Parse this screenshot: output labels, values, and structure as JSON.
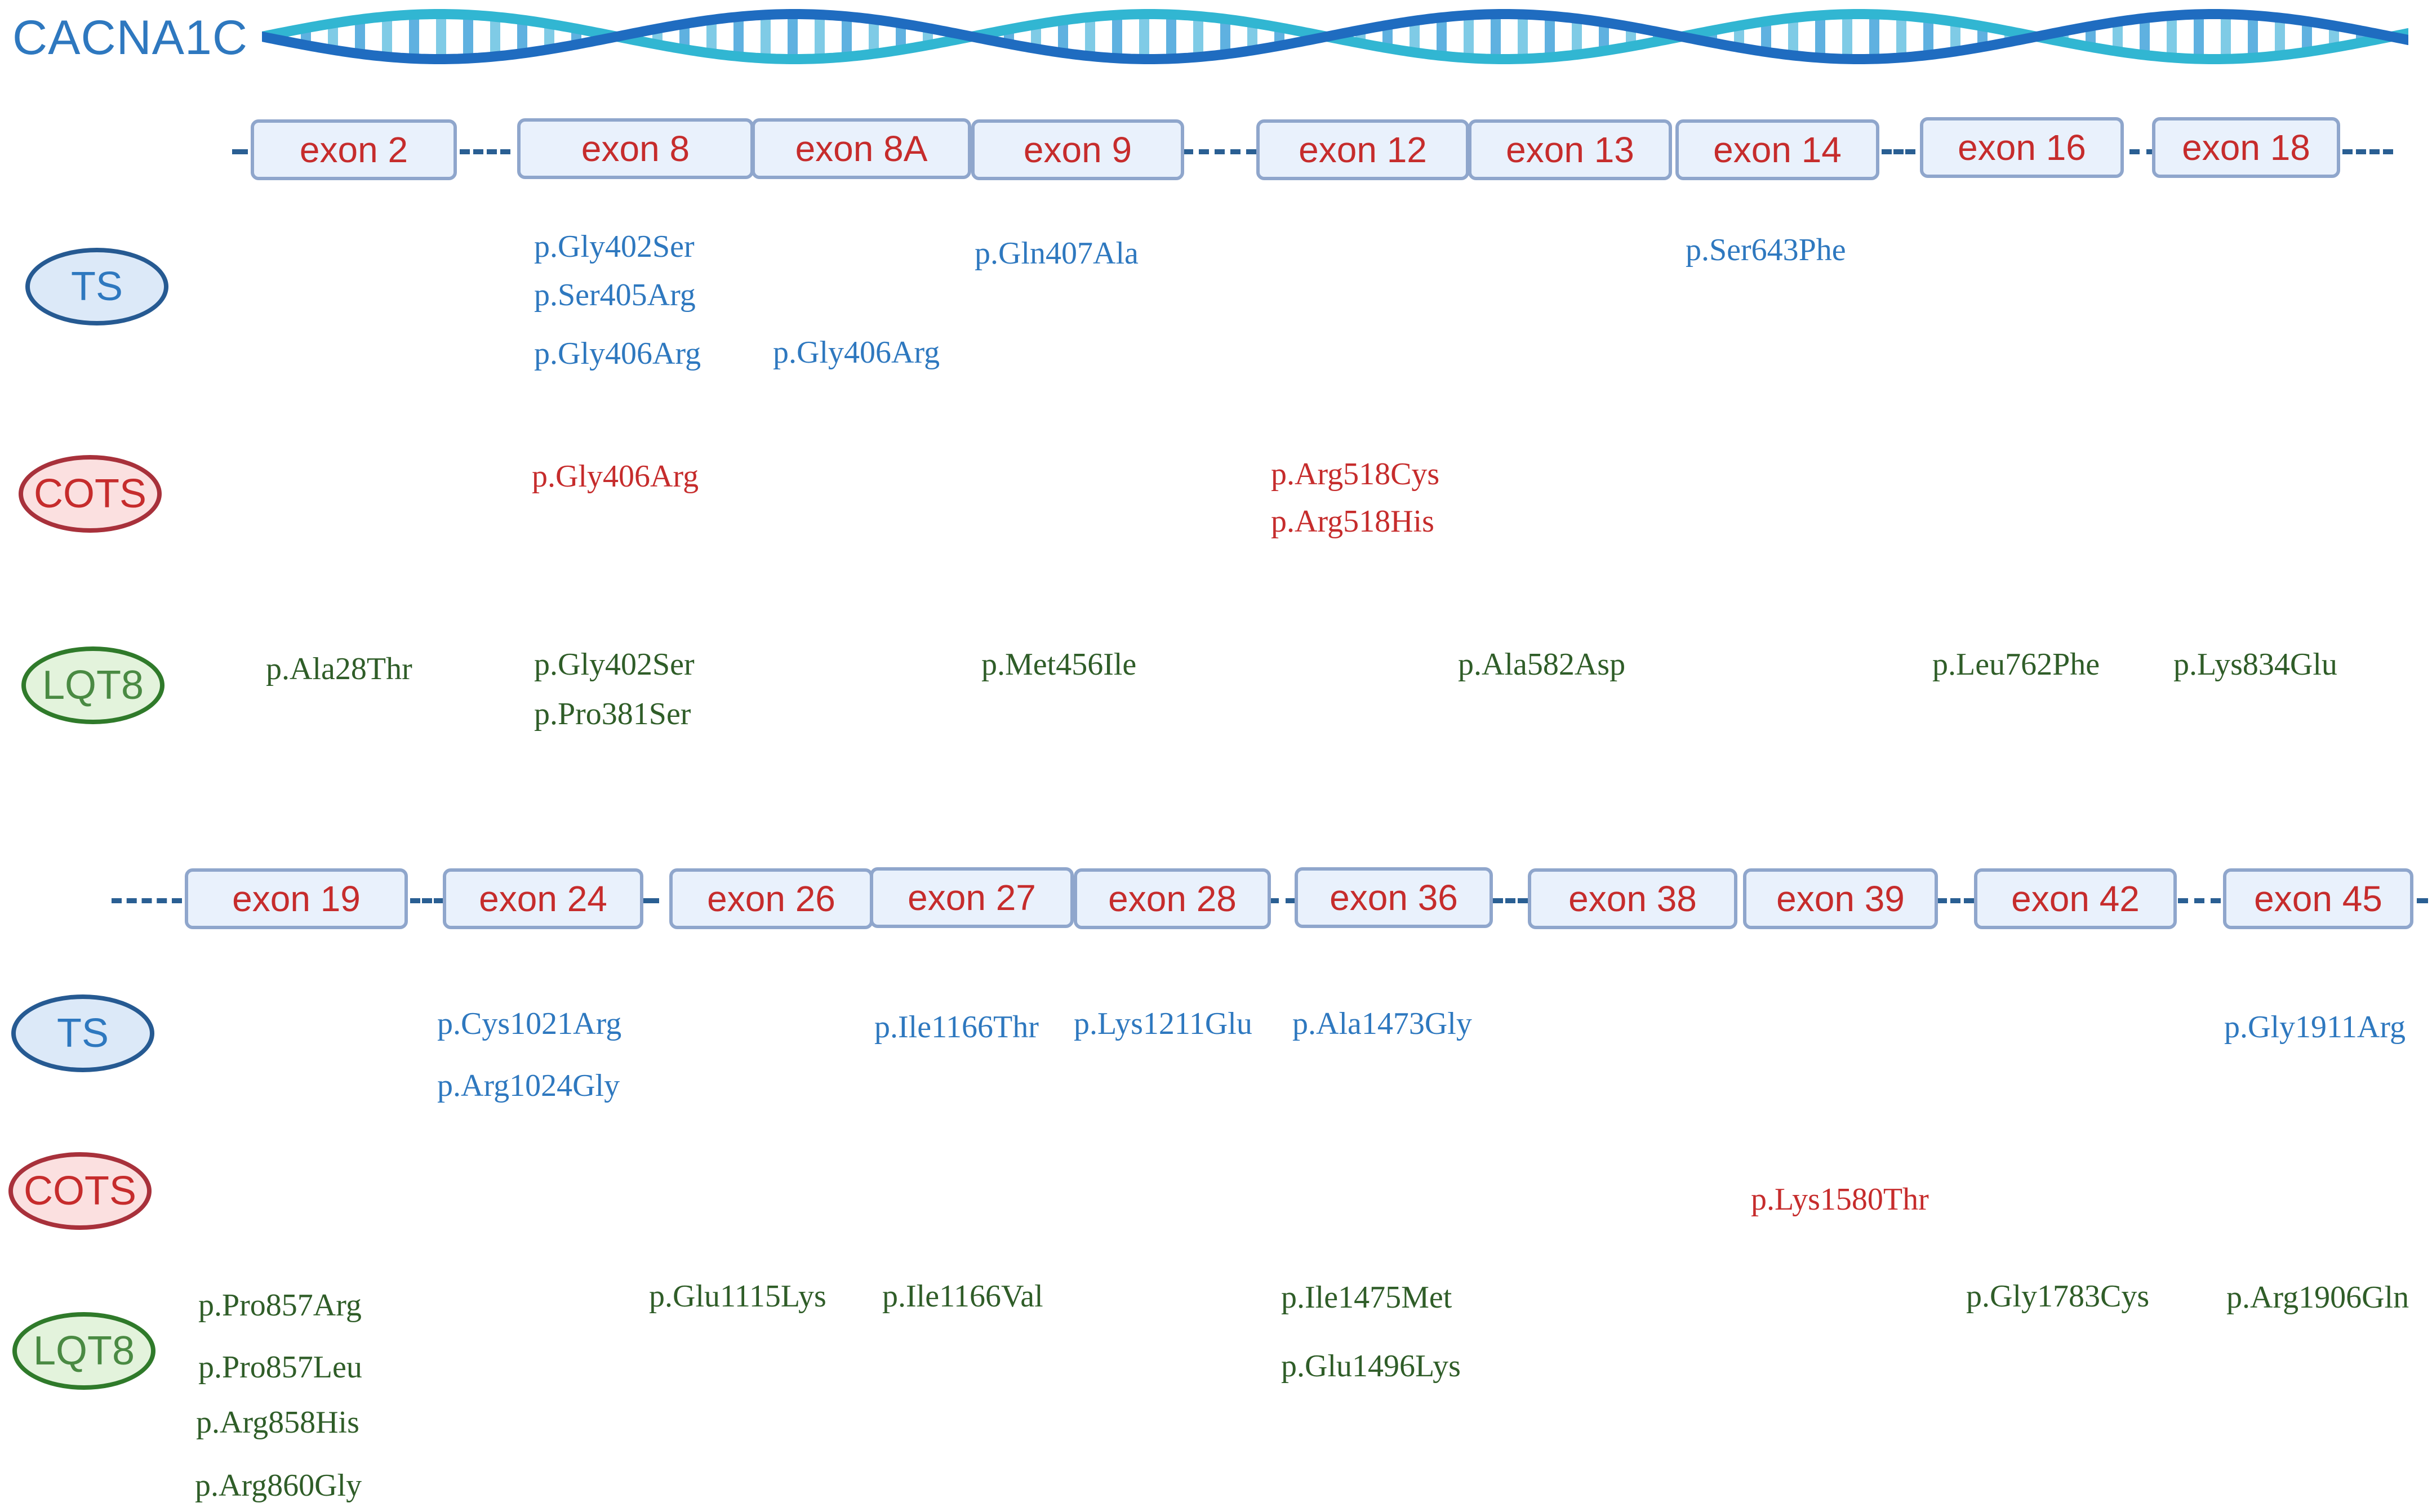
{
  "gene": "CACNA1C",
  "colors": {
    "TS": "#2e78bf",
    "COTS": "#c62c2c",
    "LQT8": "#2f5d28",
    "dna_dark": "#1f6cc0",
    "dna_light": "#31b6d2"
  },
  "rows": [
    {
      "exons": [
        "exon 2",
        "exon 8",
        "exon 8A",
        "exon 9",
        "exon 12",
        "exon 13",
        "exon 14",
        "exon 16",
        "exon 18"
      ],
      "categories": [
        "TS",
        "COTS",
        "LQT8"
      ],
      "variants": {
        "TS": [
          "p.Gly402Ser",
          "p.Ser405Arg",
          "p.Gly406Arg",
          "p.Gly406Arg",
          "p.Gln407Ala",
          "p.Ser643Phe"
        ],
        "COTS": [
          "p.Gly406Arg",
          "p.Arg518Cys",
          "p.Arg518His"
        ],
        "LQT8": [
          "p.Ala28Thr",
          "p.Gly402Ser",
          "p.Pro381Ser",
          "p.Met456Ile",
          "p.Ala582Asp",
          "p.Leu762Phe",
          "p.Lys834Glu"
        ]
      }
    },
    {
      "exons": [
        "exon 19",
        "exon 24",
        "exon 26",
        "exon 27",
        "exon 28",
        "exon 36",
        "exon 38",
        "exon 39",
        "exon 42",
        "exon 45"
      ],
      "categories": [
        "TS",
        "COTS",
        "LQT8"
      ],
      "variants": {
        "TS": [
          "p.Cys1021Arg",
          "p.Arg1024Gly",
          "p.Ile1166Thr",
          "p.Lys1211Glu",
          "p.Ala1473Gly",
          "p.Gly1911Arg"
        ],
        "COTS": [
          "p.Lys1580Thr"
        ],
        "LQT8": [
          "p.Pro857Arg",
          "p.Pro857Leu",
          "p.Arg858His",
          "p.Arg860Gly",
          "p.Glu1115Lys",
          "p.Ile1166Val",
          "p.Ile1475Met",
          "p.Glu1496Lys",
          "p.Gly1783Cys",
          "p.Arg1906Gln"
        ]
      }
    }
  ]
}
